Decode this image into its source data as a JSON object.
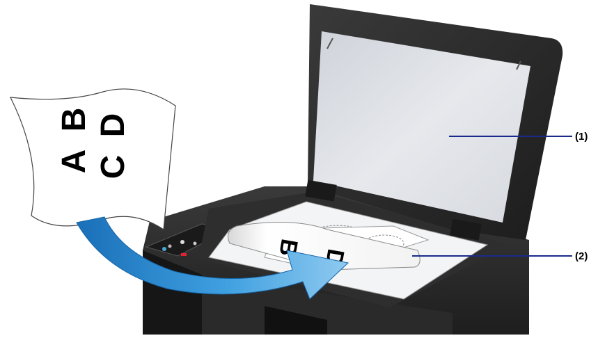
{
  "document_letters": [
    "A",
    "B",
    "C",
    "D"
  ],
  "callouts": {
    "callout_1": "(1)",
    "callout_2": "(2)"
  },
  "colors": {
    "printer_body": "#2b2b2b",
    "lid_frame": "#262626",
    "lid_mat": "#dde0e6",
    "glass": "#f4f5f6",
    "arrow": "#2f8fd4",
    "leader_line": "#1a2a8c"
  }
}
